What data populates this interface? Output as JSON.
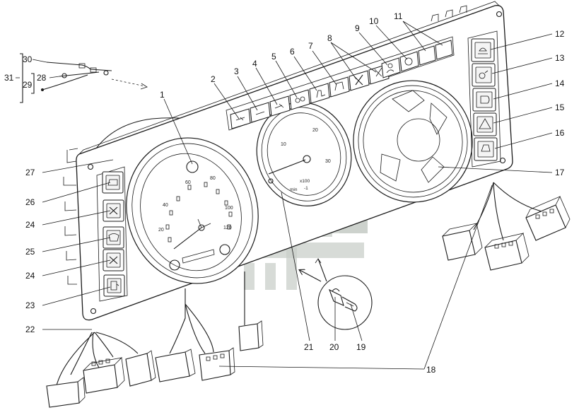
{
  "callouts": {
    "c1": "1",
    "c2": "2",
    "c3": "3",
    "c4": "4",
    "c5": "5",
    "c6": "6",
    "c7": "7",
    "c8": "8",
    "c9": "9",
    "c10": "10",
    "c11": "11",
    "c12": "12",
    "c13": "13",
    "c14": "14",
    "c15": "15",
    "c16": "16",
    "c17": "17",
    "c18": "18",
    "c19": "19",
    "c20": "20",
    "c21": "21",
    "c22": "22",
    "c23": "23",
    "c24a": "24",
    "c24b": "24",
    "c25": "25",
    "c26": "26",
    "c27": "27",
    "c28": "28",
    "c29": "29",
    "c30": "30",
    "c31": "31"
  },
  "speedometer_ticks": [
    "20",
    "40",
    "60",
    "80",
    "100",
    "120"
  ],
  "tacho_ticks": [
    "10",
    "20",
    "30"
  ],
  "tacho_texts": {
    "scale": "x100",
    "unit": "min",
    "factor": "-1"
  },
  "colors": {
    "line": "#1a1a1a",
    "watermark": "#c9cfc9",
    "background": "#ffffff"
  },
  "icons": [
    "hazard-icon",
    "fan-icon",
    "light-icon",
    "seat-icon",
    "fuel-icon",
    "warning-triangle-icon"
  ]
}
